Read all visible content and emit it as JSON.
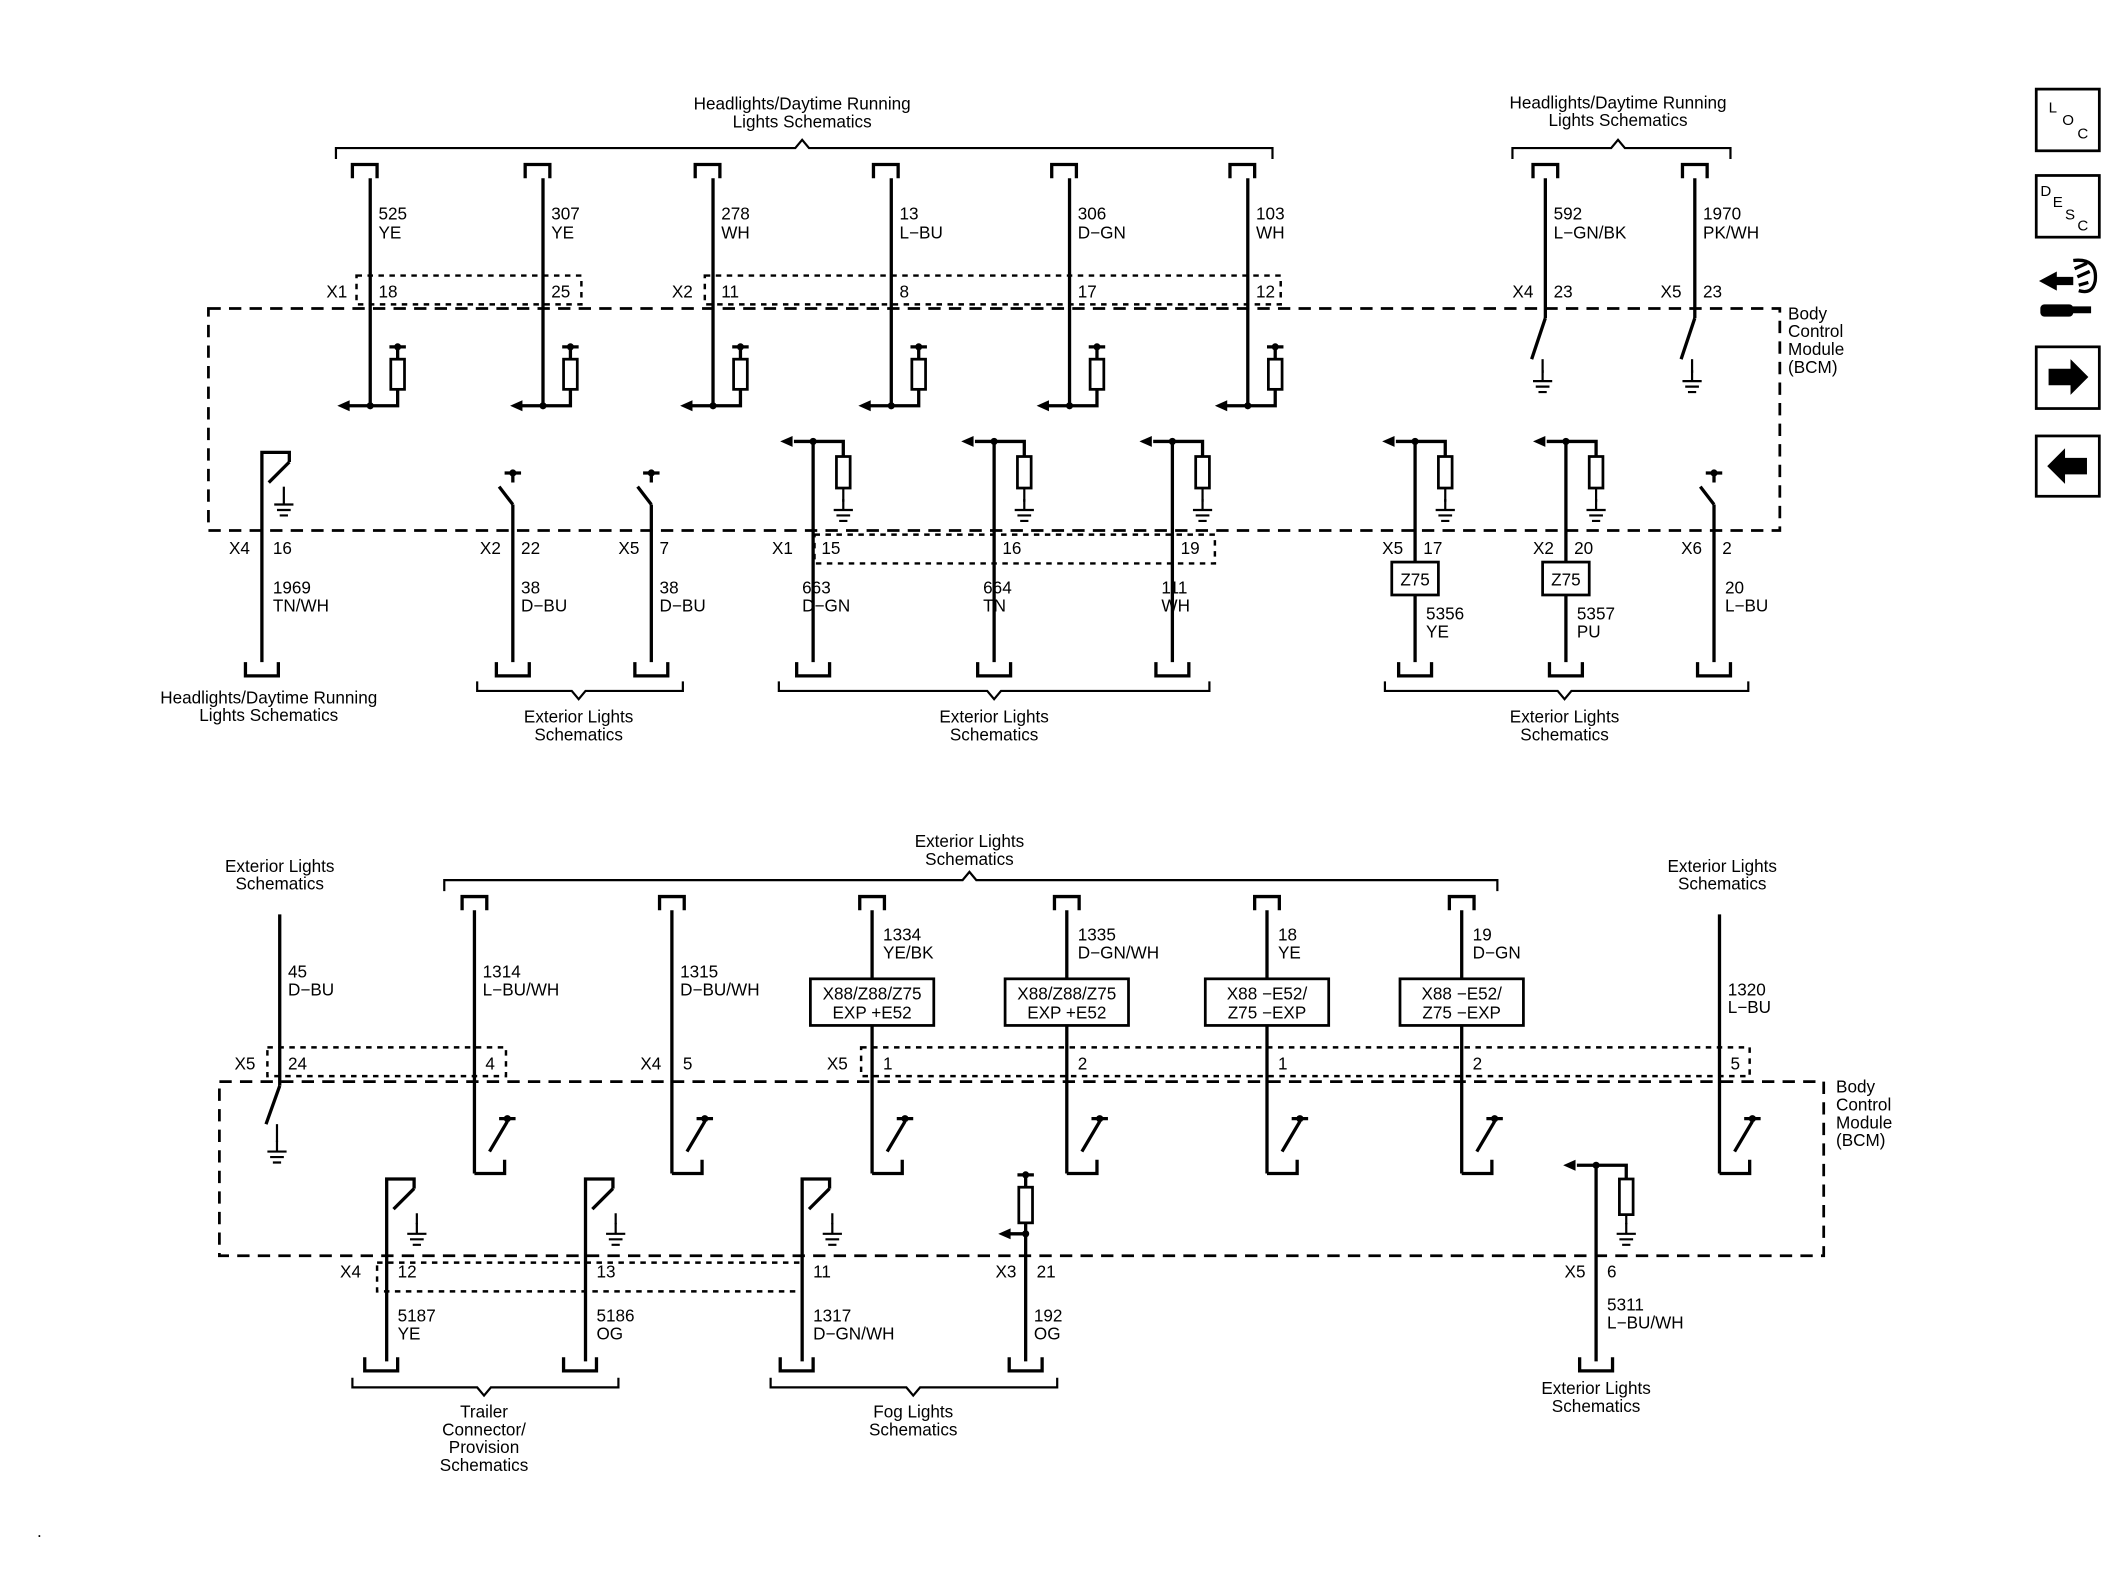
{
  "bcm_label": [
    "Body",
    "Control",
    "Module",
    "(BCM)"
  ],
  "groups": {
    "hl_top": [
      "Headlights/Daytime Running",
      "Lights Schematics"
    ],
    "hl_top_right": [
      "Headlights/Daytime Running",
      "Lights Schematics"
    ],
    "hl_bottom_left": [
      "Headlights/Daytime Running",
      "Lights Schematics"
    ],
    "ext_a": [
      "Exterior Lights",
      "Schematics"
    ],
    "ext_b": [
      "Exterior Lights",
      "Schematics"
    ],
    "ext_c": [
      "Exterior Lights",
      "Schematics"
    ],
    "ext_top2": [
      "Exterior Lights",
      "Schematics"
    ],
    "ext_left2": [
      "Exterior Lights",
      "Schematics"
    ],
    "ext_right2": [
      "Exterior Lights",
      "Schematics"
    ],
    "ext_bottom2": [
      "Exterior Lights",
      "Schematics"
    ],
    "trailer": [
      "Trailer",
      "Connector/",
      "Provision",
      "Schematics"
    ],
    "fog": [
      "Fog Lights",
      "Schematics"
    ]
  },
  "connectors": {
    "t_x1": "X1",
    "t_x2": "X2",
    "t_x4": "X4",
    "t_x5": "X5",
    "b_x4": "X4",
    "b_x2": "X2",
    "b_x5": "X5",
    "b_x1": "X1",
    "b_x5b": "X5",
    "b_x2b": "X2",
    "b_x6": "X6",
    "u_x5": "X5",
    "u_x4": "X4",
    "u_x5b": "X5",
    "l_x4": "X4",
    "l_x3": "X3",
    "l_x5": "X5"
  },
  "circuits_top": [
    {
      "pin": "18",
      "ckt": "525",
      "color": "YE"
    },
    {
      "pin": "25",
      "ckt": "307",
      "color": "YE"
    },
    {
      "pin": "11",
      "ckt": "278",
      "color": "WH"
    },
    {
      "pin": "8",
      "ckt": "13",
      "color": "L−BU"
    },
    {
      "pin": "17",
      "ckt": "306",
      "color": "D−GN"
    },
    {
      "pin": "12",
      "ckt": "103",
      "color": "WH"
    },
    {
      "pin": "23",
      "ckt": "592",
      "color": "L−GN/BK"
    },
    {
      "pin": "23",
      "ckt": "1970",
      "color": "PK/WH"
    }
  ],
  "circuits_mid": [
    {
      "pin": "16",
      "ckt": "1969",
      "color": "TN/WH"
    },
    {
      "pin": "22",
      "ckt": "38",
      "color": "D−BU"
    },
    {
      "pin": "7",
      "ckt": "38",
      "color": "D−BU"
    },
    {
      "pin": "15",
      "ckt": "663",
      "color": "D−GN"
    },
    {
      "pin": "16",
      "ckt": "664",
      "color": "TN"
    },
    {
      "pin": "19",
      "ckt": "111",
      "color": "WH"
    },
    {
      "pin": "17",
      "ckt": "5356",
      "color": "YE"
    },
    {
      "pin": "20",
      "ckt": "5357",
      "color": "PU"
    },
    {
      "pin": "2",
      "ckt": "20",
      "color": "L−BU"
    }
  ],
  "z75": [
    "Z75",
    "Z75"
  ],
  "circuits_upper2": [
    {
      "pin": "24",
      "ckt": "45",
      "color": "D−BU"
    },
    {
      "pin": "4",
      "ckt": "1314",
      "color": "L−BU/WH"
    },
    {
      "pin": "5",
      "ckt": "1315",
      "color": "D−BU/WH"
    },
    {
      "pin": "1",
      "ckt": "1334",
      "color": "YE/BK"
    },
    {
      "pin": "2",
      "ckt": "1335",
      "color": "D−GN/WH"
    },
    {
      "pin": "1",
      "ckt": "18",
      "color": "YE"
    },
    {
      "pin": "2",
      "ckt": "19",
      "color": "D−GN"
    },
    {
      "pin": "5",
      "ckt": "1320",
      "color": "L−BU"
    }
  ],
  "options": [
    [
      "X88/Z88/Z75",
      "EXP +E52"
    ],
    [
      "X88/Z88/Z75",
      "EXP +E52"
    ],
    [
      "X88 −E52/",
      "Z75 −EXP"
    ],
    [
      "X88 −E52/",
      "Z75 −EXP"
    ]
  ],
  "circuits_lower2": [
    {
      "pin": "12",
      "ckt": "5187",
      "color": "YE"
    },
    {
      "pin": "13",
      "ckt": "5186",
      "color": "OG"
    },
    {
      "pin": "11",
      "ckt": "1317",
      "color": "D−GN/WH"
    },
    {
      "pin": "21",
      "ckt": "192",
      "color": "OG"
    },
    {
      "pin": "6",
      "ckt": "5311",
      "color": "L−BU/WH"
    }
  ],
  "nav": {
    "loc": [
      "L",
      "O",
      "C"
    ],
    "desc": [
      "D",
      "E",
      "S",
      "C"
    ],
    "icons": [
      "connector-icon",
      "forward-arrow-icon",
      "back-arrow-icon"
    ]
  },
  "stray_mark": "."
}
